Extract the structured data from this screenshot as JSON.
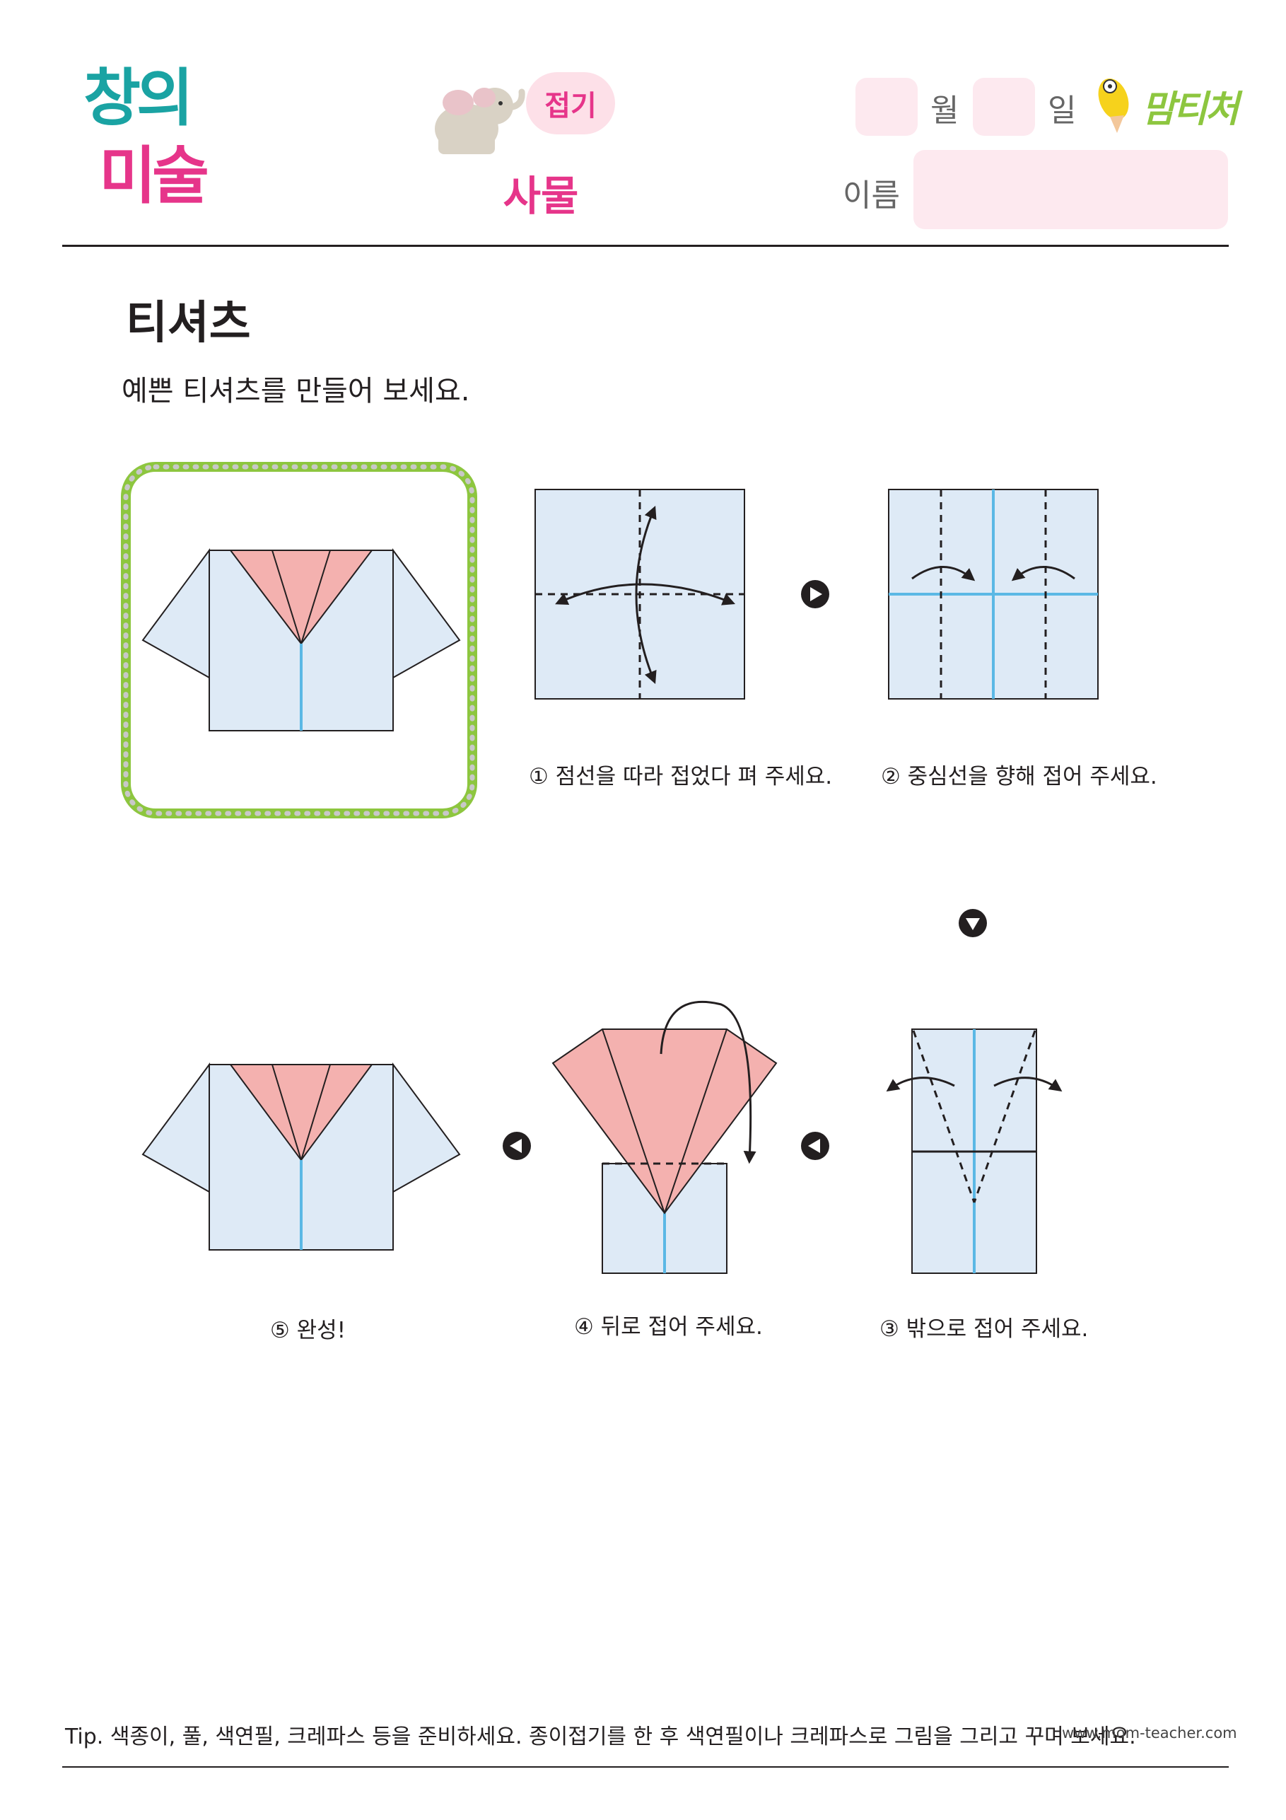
{
  "header": {
    "logo_line1": "창의",
    "logo_line2": "미술",
    "category": "접기",
    "subject": "사물",
    "month_label": "월",
    "day_label": "일",
    "name_label": "이름",
    "brand": "맘티처"
  },
  "title": "티셔츠",
  "instruction": "예쁜 티셔츠를 만들어 보세요.",
  "steps": [
    {
      "caption": "① 점선을 따라 접었다 펴 주세요."
    },
    {
      "caption": "② 중심선을 향해 접어 주세요."
    },
    {
      "caption": "③ 밖으로 접어 주세요."
    },
    {
      "caption": "④ 뒤로 접어 주세요."
    },
    {
      "caption": "⑤ 완성!"
    }
  ],
  "footer": {
    "tip": "Tip. 색종이, 풀, 색연필, 크레파스 등을 준비하세요. 종이접기를 한 후 색연필이나 크레파스로 그림을 그리고 꾸며 보세요.",
    "site": "www.mom-teacher.com"
  },
  "colors": {
    "paper": "#deeaf6",
    "pink_fold": "#f4b1af",
    "center_line": "#5bb8e5",
    "frame_green": "#8dc63f",
    "accent_pink": "#e6358a",
    "teal": "#1aa3a3"
  }
}
